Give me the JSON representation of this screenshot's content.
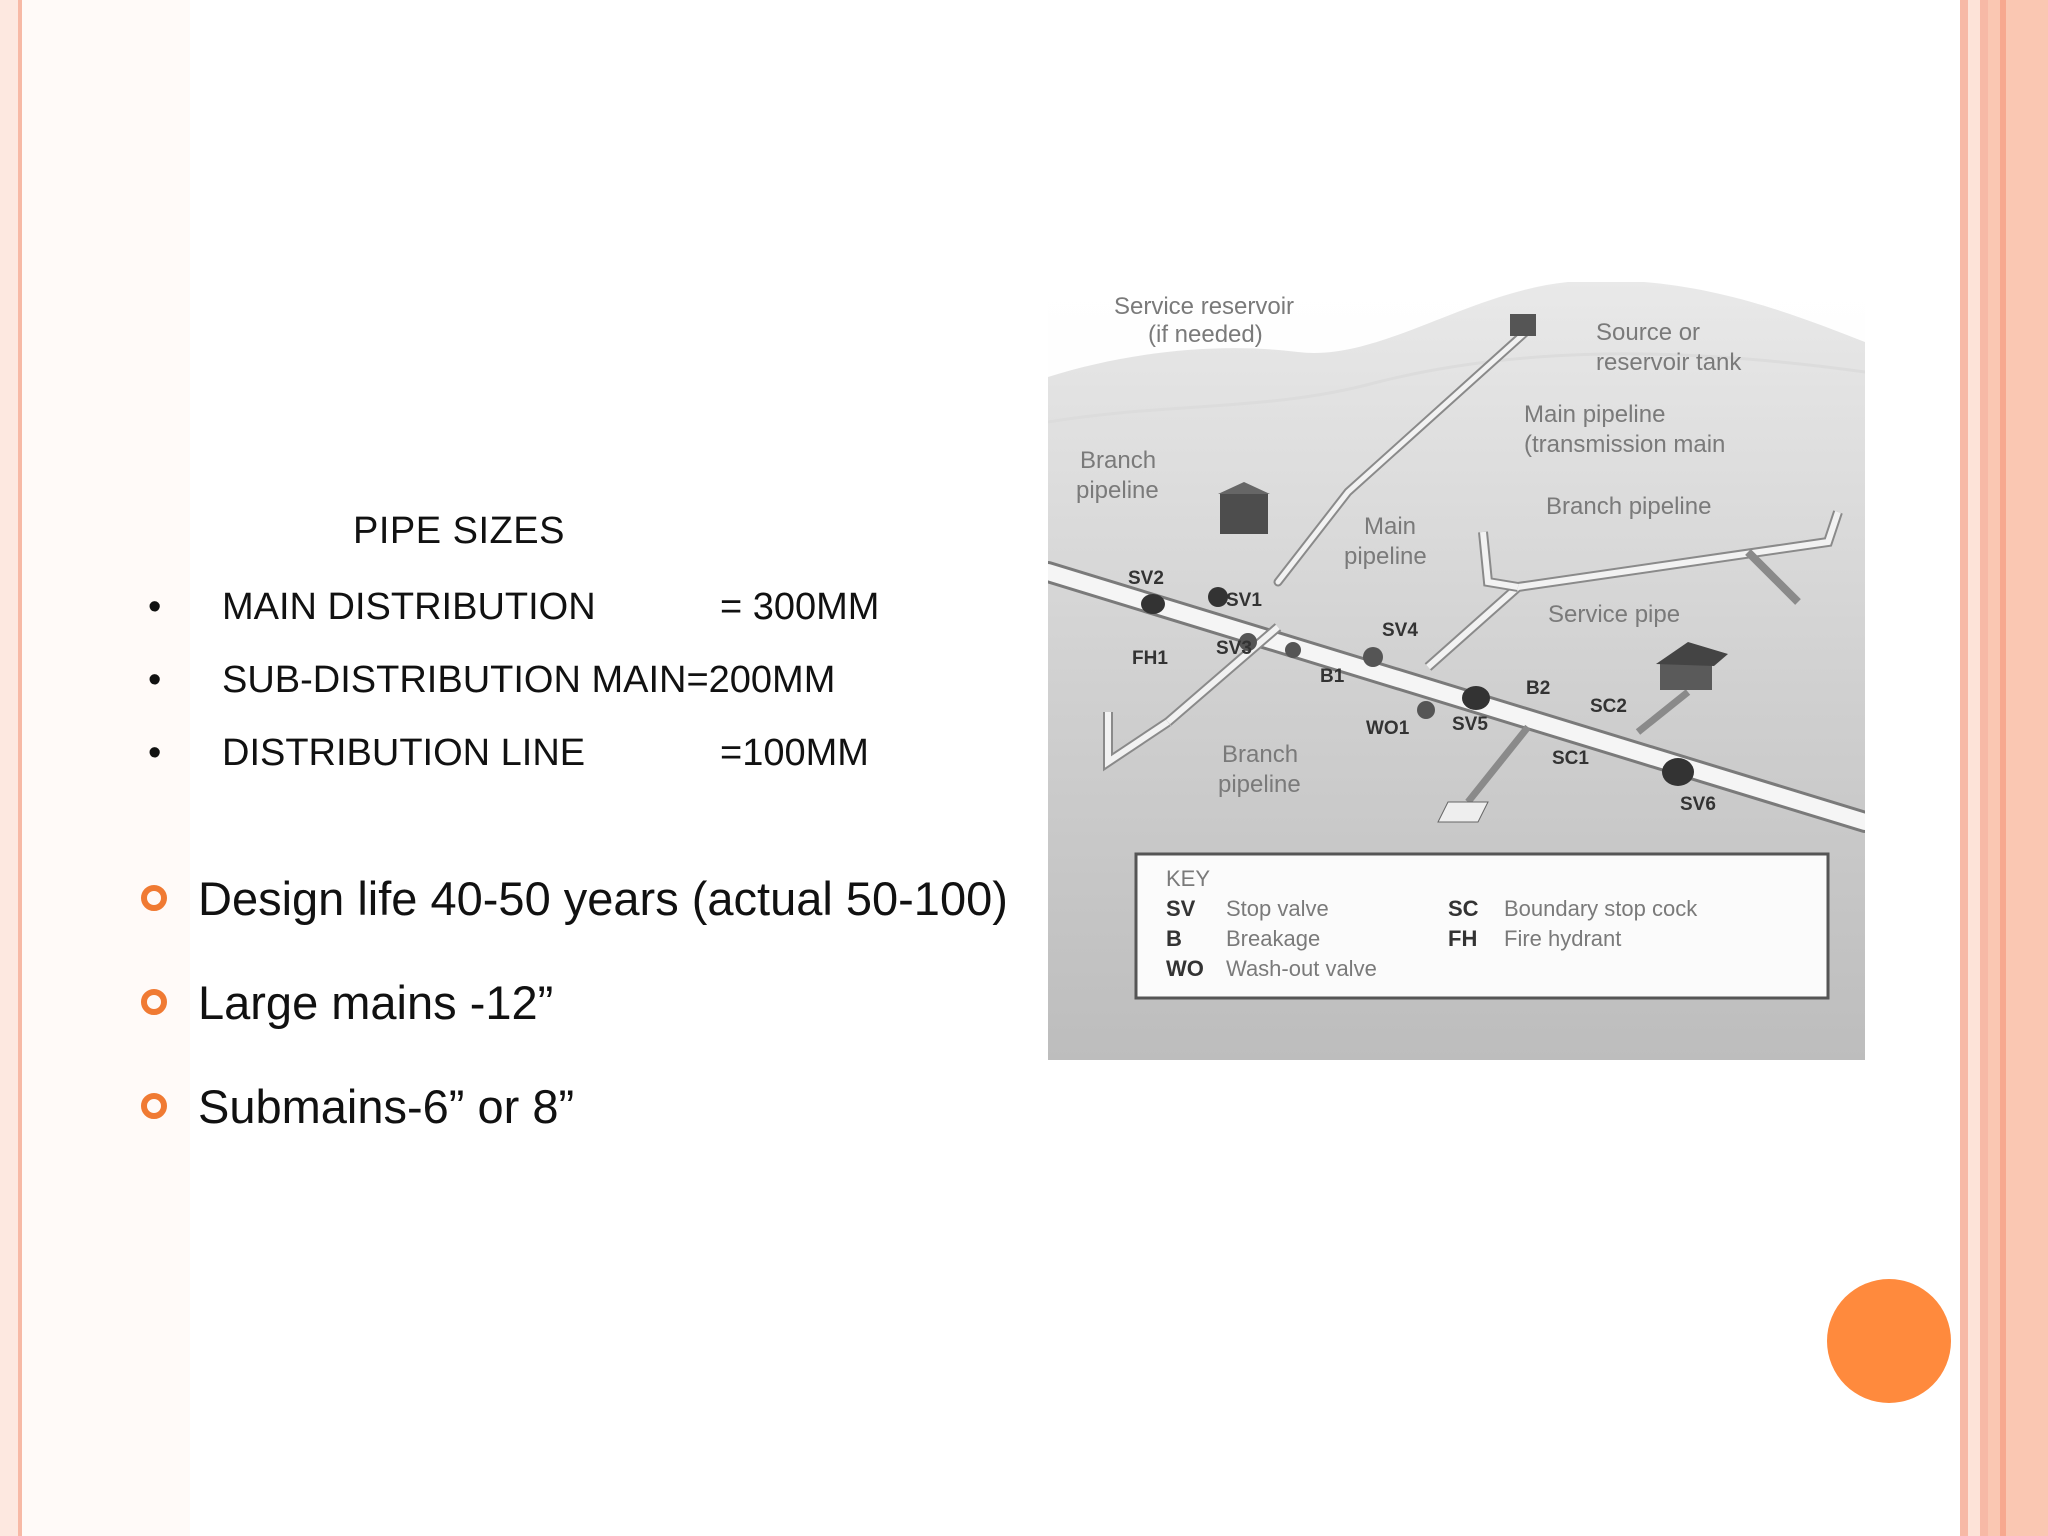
{
  "pipe_sizes": {
    "title": "PIPE SIZES",
    "rows": [
      {
        "bullet": "•",
        "label": "MAIN DISTRIBUTION",
        "value": "= 300MM"
      },
      {
        "bullet": "•",
        "label": "SUB-DISTRIBUTION MAIN=200MM",
        "value": ""
      },
      {
        "bullet": "•",
        "label": "DISTRIBUTION LINE",
        "value": "=100MM"
      }
    ]
  },
  "bullets": [
    "Design life 40-50 years (actual 50-100)",
    "Large mains -12”",
    "Submains-6” or 8”"
  ],
  "figure": {
    "labels": {
      "service_reservoir_1": "Service reservoir",
      "service_reservoir_2": "(if needed)",
      "source_1": "Source or",
      "source_2": "reservoir tank",
      "main_pipeline_1": "Main pipeline",
      "main_pipeline_2": "(transmission main",
      "branch_left_1": "Branch",
      "branch_left_2": "pipeline",
      "main_mid_1": "Main",
      "main_mid_2": "pipeline",
      "branch_right": "Branch pipeline",
      "service_pipe": "Service pipe",
      "branch_bottom_1": "Branch",
      "branch_bottom_2": "pipeline"
    },
    "codes": {
      "sv1": "SV1",
      "sv2": "SV2",
      "sv3": "SV3",
      "sv4": "SV4",
      "sv5": "SV5",
      "sv6": "SV6",
      "fh1": "FH1",
      "b1": "B1",
      "b2": "B2",
      "wo1": "WO1",
      "sc1": "SC1",
      "sc2": "SC2"
    },
    "key": {
      "title": "KEY",
      "items": [
        {
          "code": "SV",
          "text": "Stop valve"
        },
        {
          "code": "B",
          "text": "Breakage"
        },
        {
          "code": "WO",
          "text": "Wash-out valve"
        },
        {
          "code": "SC",
          "text": "Boundary stop cock"
        },
        {
          "code": "FH",
          "text": "Fire hydrant"
        }
      ]
    }
  },
  "colors": {
    "accent_orange": "#ff8a3d",
    "ring_orange": "#f07a33",
    "frame_pink": "#f7b9a6"
  }
}
